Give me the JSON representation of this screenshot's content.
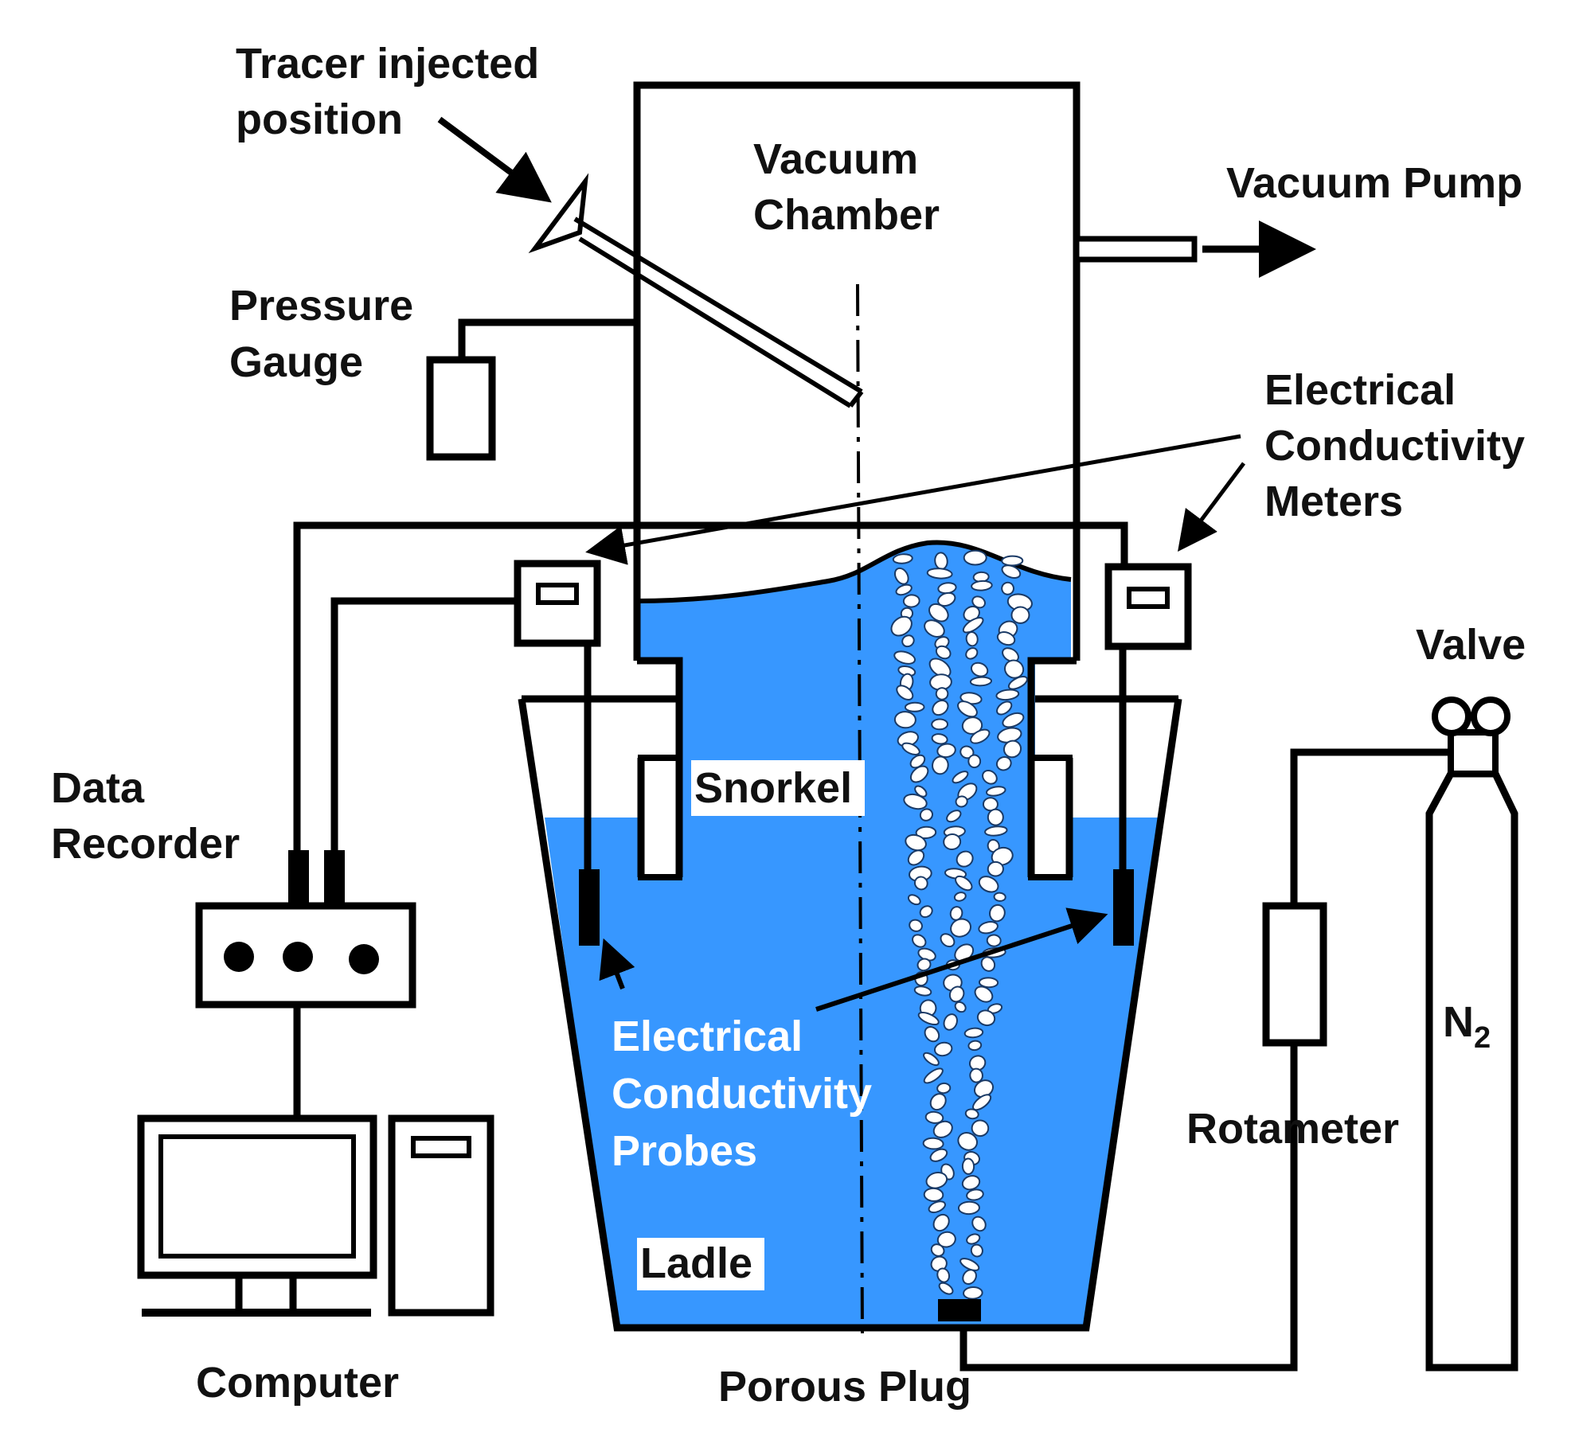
{
  "colors": {
    "water": "#3797ff",
    "line": "#000000",
    "bubble": "#ffffff",
    "text": "#111111"
  },
  "labels": {
    "tracer_line1": "Tracer injected",
    "tracer_line2": "position",
    "vacuum_chamber_line1": "Vacuum",
    "vacuum_chamber_line2": "Chamber",
    "vacuum_pump": "Vacuum Pump",
    "pressure_gauge_line1": "Pressure",
    "pressure_gauge_line2": "Gauge",
    "ec_meters_line1": "Electrical",
    "ec_meters_line2": "Conductivity",
    "ec_meters_line3": "Meters",
    "valve": "Valve",
    "data_recorder_line1": "Data",
    "data_recorder_line2": "Recorder",
    "snorkel": "Snorkel",
    "ec_probes_line1": "Electrical",
    "ec_probes_line2": "Conductivity",
    "ec_probes_line3": "Probes",
    "n2_main": "N",
    "n2_sub": "2",
    "rotameter": "Rotameter",
    "ladle": "Ladle",
    "computer": "Computer",
    "porous_plug": "Porous Plug"
  },
  "icons": {
    "computer": "computer-icon",
    "gas_cylinder": "gas-cylinder-icon",
    "valve": "valve-icon"
  }
}
